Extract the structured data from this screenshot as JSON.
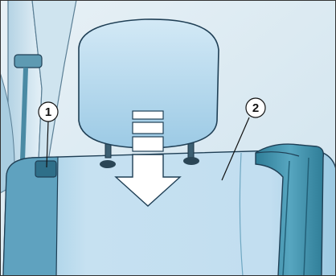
{
  "figure": {
    "callouts": [
      {
        "label": "1",
        "target": "belt-buckle-left"
      },
      {
        "label": "2",
        "target": "seat-backrest"
      }
    ],
    "arrow_direction": "down",
    "colors": {
      "background": "#dbeaf2",
      "seat_light": "#c4dff0",
      "seat_mid": "#9fcbe4",
      "belt_teal": "#3f8ea8",
      "belt_dark": "#2b6f88",
      "outline": "#1f3f55",
      "arrow_fill": "#ffffff"
    }
  }
}
